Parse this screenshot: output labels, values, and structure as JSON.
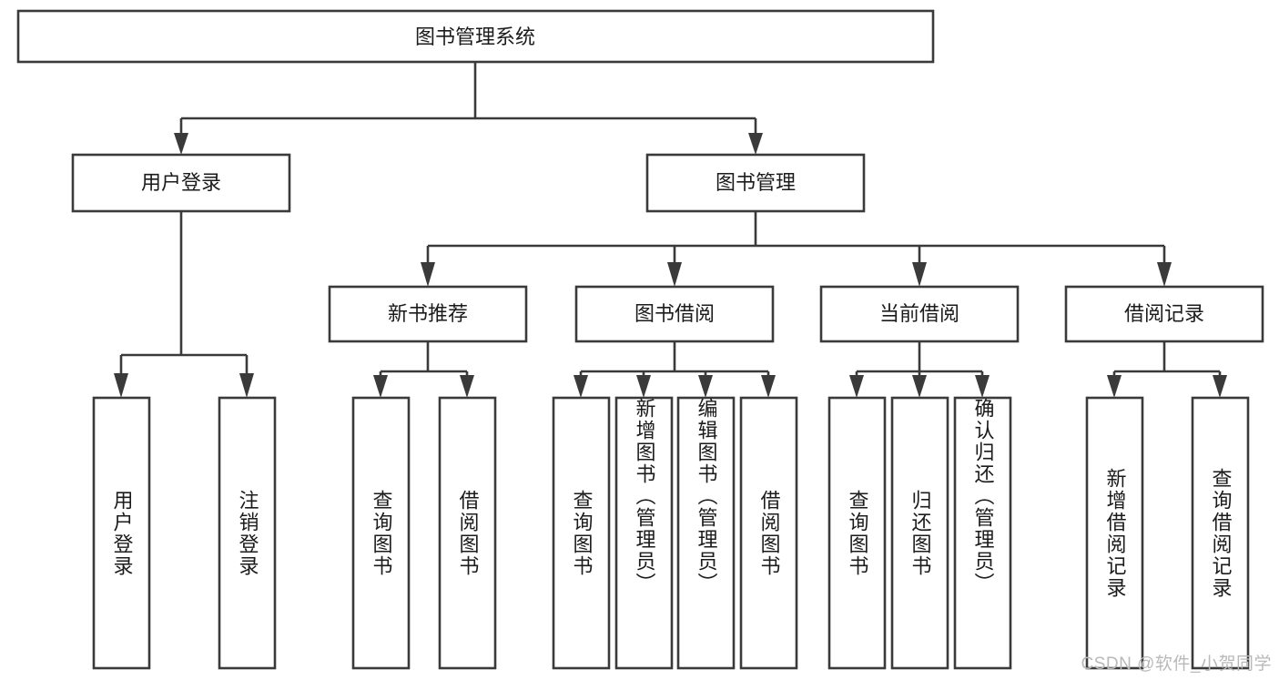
{
  "diagram": {
    "type": "tree-hierarchy",
    "orientation": "top-down",
    "root": {
      "id": "root",
      "label": "图书管理系统"
    },
    "level2": [
      {
        "id": "user-login",
        "label": "用户登录"
      },
      {
        "id": "book-management",
        "label": "图书管理"
      }
    ],
    "level3": [
      {
        "id": "new-book-recommend",
        "label": "新书推荐",
        "parent": "book-management"
      },
      {
        "id": "book-borrow",
        "label": "图书借阅",
        "parent": "book-management"
      },
      {
        "id": "current-borrow",
        "label": "当前借阅",
        "parent": "book-management"
      },
      {
        "id": "borrow-record",
        "label": "借阅记录",
        "parent": "book-management"
      }
    ],
    "leaves": [
      {
        "id": "leaf-user-login",
        "label": "用户登录",
        "parent": "user-login"
      },
      {
        "id": "leaf-logout-login",
        "label": "注销登录",
        "parent": "user-login"
      },
      {
        "id": "leaf-query-book-1",
        "label": "查询图书",
        "parent": "new-book-recommend"
      },
      {
        "id": "leaf-borrow-book-1",
        "label": "借阅图书",
        "parent": "new-book-recommend"
      },
      {
        "id": "leaf-query-book-2",
        "label": "查询图书",
        "parent": "book-borrow"
      },
      {
        "id": "leaf-add-book",
        "label": "新增图书（管理员）",
        "parent": "book-borrow"
      },
      {
        "id": "leaf-edit-book",
        "label": "编辑图书（管理员）",
        "parent": "book-borrow"
      },
      {
        "id": "leaf-borrow-book-2",
        "label": "借阅图书",
        "parent": "book-borrow"
      },
      {
        "id": "leaf-query-book-3",
        "label": "查询图书",
        "parent": "current-borrow"
      },
      {
        "id": "leaf-return-book",
        "label": "归还图书",
        "parent": "current-borrow"
      },
      {
        "id": "leaf-confirm-return",
        "label": "确认归还（管理员）",
        "parent": "current-borrow"
      },
      {
        "id": "leaf-add-record",
        "label": "新增借阅记录",
        "parent": "borrow-record"
      },
      {
        "id": "leaf-query-record",
        "label": "查询借阅记录",
        "parent": "borrow-record"
      }
    ]
  },
  "watermark": {
    "text": "CSDN @软件_小贺同学"
  },
  "colors": {
    "stroke": "#3a3a3a",
    "box_fill": "#ffffff",
    "text": "#1b1b1b",
    "watermark": "#b9b9b9",
    "background": "#ffffff"
  }
}
